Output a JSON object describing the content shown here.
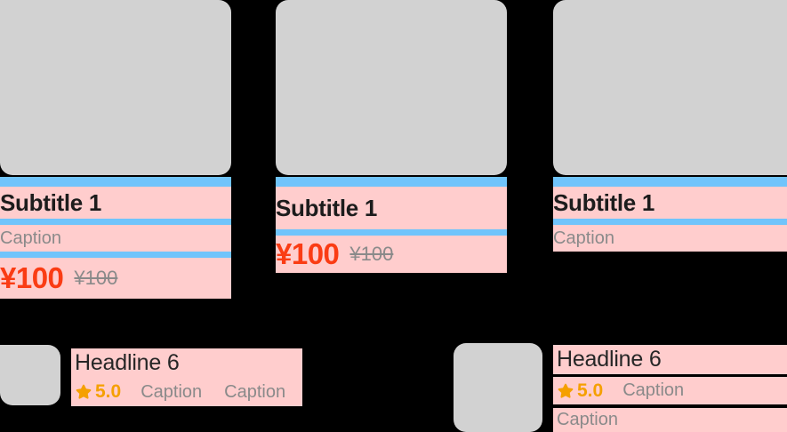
{
  "theme": {
    "background": "#000000",
    "placeholder_image": "#d2d2d2",
    "text_block": "#ffcdcd",
    "divider": "#70c4fb",
    "price_accent": "#fa3c14",
    "muted_text": "#8a8a8a",
    "rating_accent": "#f5a000",
    "heading_text": "#1c1c1c"
  },
  "cards": [
    {
      "id": "card-1",
      "image_label": "image-placeholder",
      "subtitle": "Subtitle 1",
      "caption": "Caption",
      "price": "¥100",
      "original_price": "¥100"
    },
    {
      "id": "card-2",
      "image_label": "image-placeholder",
      "subtitle": "Subtitle 1",
      "price": "¥100",
      "original_price": "¥100"
    },
    {
      "id": "card-3",
      "image_label": "image-placeholder",
      "subtitle": "Subtitle 1",
      "caption": "Caption"
    }
  ],
  "list_items": [
    {
      "id": "list-item-1",
      "image_label": "image-placeholder",
      "headline": "Headline 6",
      "rating": "5.0",
      "rating_icon": "star-icon",
      "caption_1": "Caption",
      "caption_2": "Caption"
    },
    {
      "id": "list-item-2",
      "image_label": "image-placeholder",
      "headline": "Headline 6",
      "rating": "5.0",
      "rating_icon": "star-icon",
      "caption_1": "Caption",
      "caption_2": "Caption"
    }
  ]
}
